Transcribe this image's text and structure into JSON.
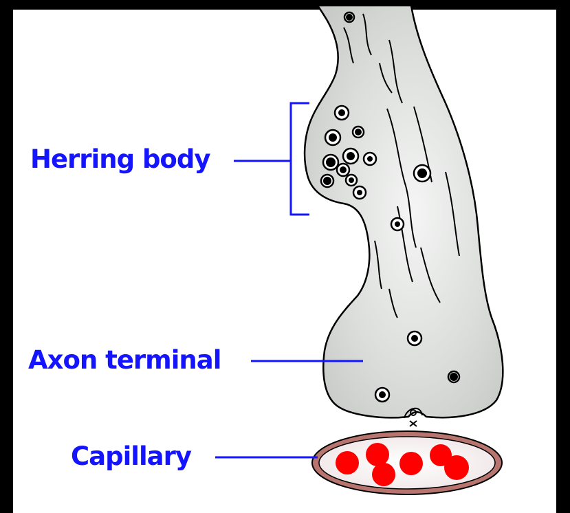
{
  "labels": {
    "herring_body": "Herring body",
    "axon_terminal": "Axon terminal",
    "capillary": "Capillary"
  },
  "colors": {
    "background_frame": "#000000",
    "panel": "#ffffff",
    "label_text": "#1414ff",
    "axon_fill": "#d9dbd9",
    "axon_outline": "#000000",
    "capillary_wall": "#b8746e",
    "blood_cell": "#ff0000"
  }
}
